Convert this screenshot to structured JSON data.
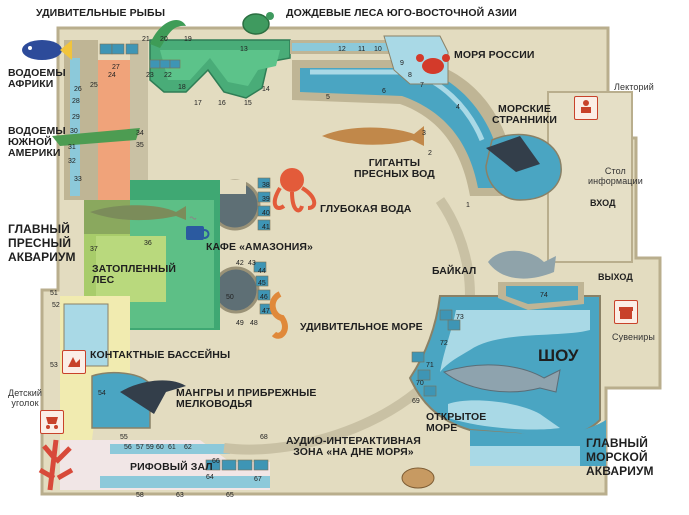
{
  "labels": {
    "amazing_fish": "УДИВИТЕЛЬНЫЕ РЫБЫ",
    "rainforest": "ДОЖДЕВЫЕ ЛЕСА ЮГО-ВОСТОЧНОЙ АЗИИ",
    "africa": "ВОДОЕМЫ\nАФРИКИ",
    "south_america": "ВОДОЕМЫ\nЮЖНОЙ\nАМЕРИКИ",
    "russian_seas": "МОРЯ РОССИИ",
    "sea_wanderers": "МОРСКИЕ\nСТРАННИКИ",
    "freshwater_giants": "ГИГАНТЫ\nПРЕСНЫХ ВОД",
    "deep_water": "ГЛУБОКАЯ ВОДА",
    "main_freshwater": "ГЛАВНЫЙ\nПРЕСНЫЙ\nАКВАРИУМ",
    "cafe": "КАФЕ «АМАЗОНИЯ»",
    "flooded_forest": "ЗАТОПЛЕННЫЙ\nЛЕС",
    "baikal": "БАЙКАЛ",
    "amazing_sea": "УДИВИТЕЛЬНОЕ МОРЕ",
    "contact_pools": "КОНТАКТНЫЕ БАССЕЙНЫ",
    "show": "ШОУ",
    "mangroves": "МАНГРЫ И ПРИБРЕЖНЫЕ\nМЕЛКОВОДЬЯ",
    "open_sea": "ОТКРЫТОЕ\nМОРЕ",
    "audio_zone": "АУДИО-ИНТЕРАКТИВНАЯ\nЗОНА «НА ДНЕ МОРЯ»",
    "reef_hall": "РИФОВЫЙ ЗАЛ",
    "main_marine": "ГЛАВНЫЙ\nМОРСКОЙ\nАКВАРИУМ",
    "lecture_hall": "Лекторий",
    "info_desk": "Стол\nинформации",
    "entrance": "ВХОД",
    "exit": "ВЫХОД",
    "souvenirs": "Сувениры",
    "kids_corner": "Детский\nуголок"
  },
  "colors": {
    "floor": "#e3dcc0",
    "wall": "#bfb595",
    "tank": "#4aa5c2",
    "tank_light": "#a9d9e6",
    "tank_dark": "#2f7f9c",
    "flooded_forest": "#a8cc6a",
    "cafe": "#3fa873",
    "contact": "#f1ebb0",
    "reef": "#f1e6e6",
    "rainforest": "#49ac78",
    "corridor_orange": "#f0a37a",
    "sign_red": "#c8422a"
  },
  "numbers": {
    "n1": "1",
    "n2": "2",
    "n3": "3",
    "n4": "4",
    "n5": "5",
    "n6": "6",
    "n7": "7",
    "n8": "8",
    "n9": "9",
    "n10": "10",
    "n11": "11",
    "n12": "12",
    "n13": "13",
    "n14": "14",
    "n15": "15",
    "n16": "16",
    "n17": "17",
    "n18": "18",
    "n19": "19",
    "n20": "20",
    "n21": "21",
    "n22": "22",
    "n23": "23",
    "n24": "24",
    "n25": "25",
    "n26": "26",
    "n27": "27",
    "n28": "28",
    "n29": "29",
    "n30": "30",
    "n31": "31",
    "n32": "32",
    "n33": "33",
    "n34": "34",
    "n35": "35",
    "n36": "36",
    "n37": "37",
    "n38": "38",
    "n39": "39",
    "n40": "40",
    "n41": "41",
    "n42": "42",
    "n43": "43",
    "n44": "44",
    "n45": "45",
    "n46": "46",
    "n47": "47",
    "n48": "48",
    "n49": "49",
    "n50": "50",
    "n51": "51",
    "n52": "52",
    "n53": "53",
    "n54": "54",
    "n55": "55",
    "n56": "56",
    "n57": "57",
    "n58": "58",
    "n59": "59",
    "n60": "60",
    "n61": "61",
    "n62": "62",
    "n63": "63",
    "n64": "64",
    "n65": "65",
    "n66": "66",
    "n67": "67",
    "n68": "68",
    "n69": "69",
    "n70": "70",
    "n71": "71",
    "n72": "72",
    "n73": "73",
    "n74": "74"
  }
}
